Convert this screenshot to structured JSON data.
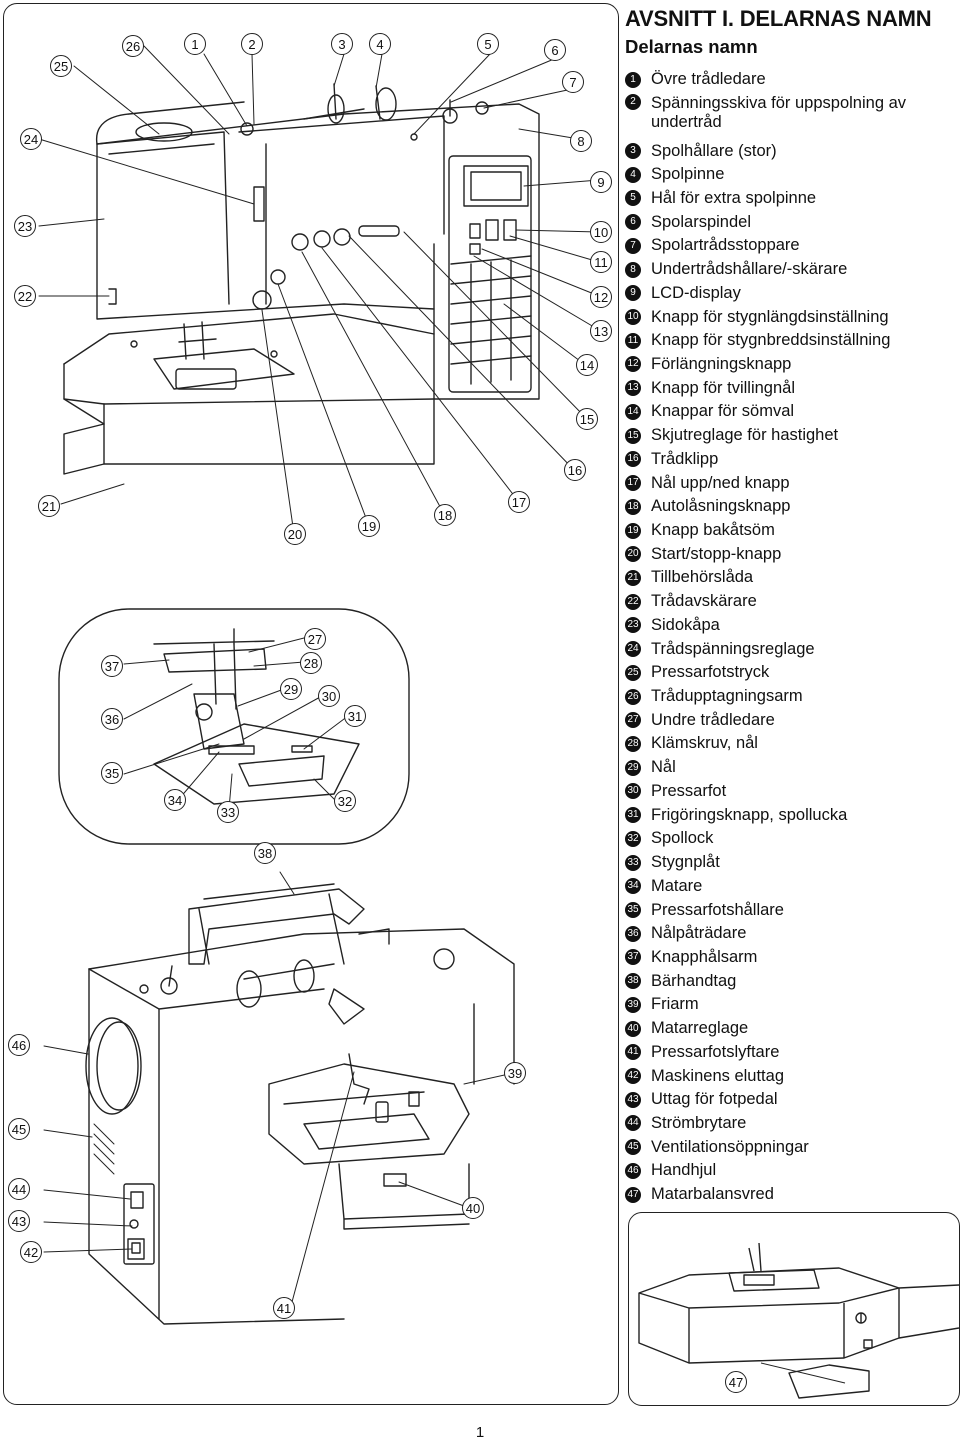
{
  "heading": {
    "section": "AVSNITT I. DELARNAS NAMN",
    "subtitle": "Delarnas namn"
  },
  "parts": [
    {
      "n": "1",
      "label": "Övre trådledare"
    },
    {
      "n": "2",
      "label": "Spänningsskiva för uppspolning av undertråd"
    },
    {
      "n": "3",
      "label": "Spolhållare (stor)"
    },
    {
      "n": "4",
      "label": "Spolpinne"
    },
    {
      "n": "5",
      "label": "Hål för extra spolpinne"
    },
    {
      "n": "6",
      "label": "Spolarspindel"
    },
    {
      "n": "7",
      "label": "Spolartrådsstoppare"
    },
    {
      "n": "8",
      "label": "Undertrådshållare/-skärare"
    },
    {
      "n": "9",
      "label": "LCD-display"
    },
    {
      "n": "10",
      "label": "Knapp för stygnlängdsinställning"
    },
    {
      "n": "11",
      "label": "Knapp för stygnbreddsinställning"
    },
    {
      "n": "12",
      "label": "Förlängningsknapp"
    },
    {
      "n": "13",
      "label": "Knapp för tvillingnål"
    },
    {
      "n": "14",
      "label": "Knappar för sömval"
    },
    {
      "n": "15",
      "label": "Skjutreglage för hastighet"
    },
    {
      "n": "16",
      "label": "Trådklipp"
    },
    {
      "n": "17",
      "label": "Nål upp/ned knapp"
    },
    {
      "n": "18",
      "label": "Autolåsningsknapp"
    },
    {
      "n": "19",
      "label": "Knapp bakåtsöm"
    },
    {
      "n": "20",
      "label": "Start/stopp-knapp"
    },
    {
      "n": "21",
      "label": "Tillbehörslåda"
    },
    {
      "n": "22",
      "label": "Trådavskärare"
    },
    {
      "n": "23",
      "label": "Sidokåpa"
    },
    {
      "n": "24",
      "label": "Trådspänningsreglage"
    },
    {
      "n": "25",
      "label": "Pressarfotstryck"
    },
    {
      "n": "26",
      "label": "Trådupptagningsarm"
    },
    {
      "n": "27",
      "label": "Undre trådledare"
    },
    {
      "n": "28",
      "label": "Klämskruv, nål"
    },
    {
      "n": "29",
      "label": "Nål"
    },
    {
      "n": "30",
      "label": "Pressarfot"
    },
    {
      "n": "31",
      "label": "Frigöringsknapp, spollucka"
    },
    {
      "n": "32",
      "label": "Spollock"
    },
    {
      "n": "33",
      "label": "Stygnplåt"
    },
    {
      "n": "34",
      "label": "Matare"
    },
    {
      "n": "35",
      "label": "Pressarfotshållare"
    },
    {
      "n": "36",
      "label": "Nålpåträdare"
    },
    {
      "n": "37",
      "label": "Knapphålsarm"
    },
    {
      "n": "38",
      "label": "Bärhandtag"
    },
    {
      "n": "39",
      "label": "Friarm"
    },
    {
      "n": "40",
      "label": "Matarreglage"
    },
    {
      "n": "41",
      "label": "Pressarfotslyftare"
    },
    {
      "n": "42",
      "label": "Maskinens eluttag"
    },
    {
      "n": "43",
      "label": "Uttag för fotpedal"
    },
    {
      "n": "44",
      "label": "Strömbrytare"
    },
    {
      "n": "45",
      "label": "Ventilationsöppningar"
    },
    {
      "n": "46",
      "label": "Handhjul"
    },
    {
      "n": "47",
      "label": "Matarbalansvred"
    }
  ],
  "callouts": {
    "front": [
      "1",
      "2",
      "3",
      "4",
      "5",
      "6",
      "7",
      "8",
      "9",
      "10",
      "11",
      "12",
      "13",
      "14",
      "15",
      "16",
      "17",
      "18",
      "19",
      "20",
      "21",
      "22",
      "23",
      "24",
      "25",
      "26"
    ],
    "closeup": [
      "27",
      "28",
      "29",
      "30",
      "31",
      "32",
      "33",
      "34",
      "35",
      "36",
      "37"
    ],
    "rear": [
      "38",
      "39",
      "40",
      "41",
      "42",
      "43",
      "44",
      "45",
      "46"
    ],
    "inset": [
      "47"
    ]
  },
  "page_number": "1"
}
